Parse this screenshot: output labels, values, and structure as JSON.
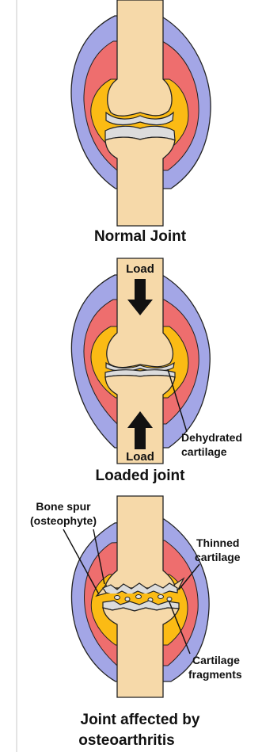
{
  "panels": {
    "normal": {
      "caption": "Normal Joint"
    },
    "loaded": {
      "caption": "Loaded joint",
      "load_top": "Load",
      "load_bottom": "Load",
      "dehydrated_line1": "Dehydrated",
      "dehydrated_line2": "cartilage"
    },
    "osteo": {
      "caption_line1": "Joint affected by",
      "caption_line2": "osteoarthritis",
      "bone_spur_line1": "Bone spur",
      "bone_spur_line2": "(osteophyte)",
      "thinned_line1": "Thinned",
      "thinned_line2": "cartilage",
      "fragments_line1": "Cartilage",
      "fragments_line2": "fragments"
    }
  },
  "colors": {
    "bone": "#f6d9a9",
    "capsule": "#a3a6e6",
    "synovium": "#ee6e6e",
    "fluid": "#fbbb14",
    "cartilage": "#dcdcdc",
    "outline": "#222222"
  }
}
